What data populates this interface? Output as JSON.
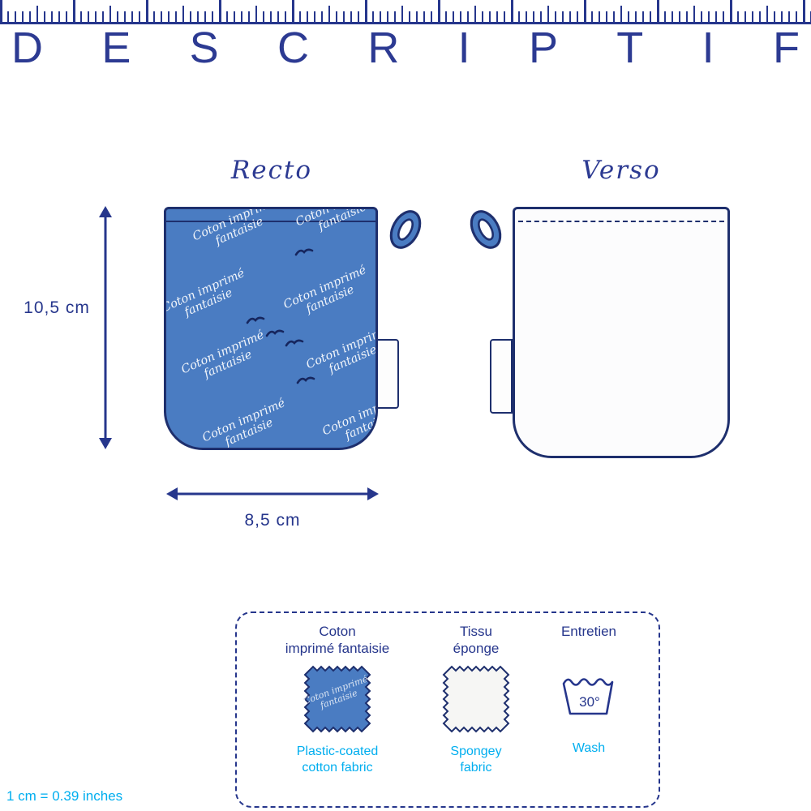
{
  "header": {
    "letters": [
      "D",
      "E",
      "S",
      "C",
      "R",
      "I",
      "P",
      "T",
      "I",
      "F"
    ]
  },
  "recto": {
    "label": "Recto",
    "pattern_text": "Coton imprimé fantaisie"
  },
  "verso": {
    "label": "Verso"
  },
  "dimensions": {
    "height": "10,5 cm",
    "width": "8,5 cm"
  },
  "materials": {
    "col1": {
      "title": "Coton\nimprimé fantaisie",
      "swatch_text": "Coton imprimé fantaisie",
      "caption": "Plastic-coated\ncotton fabric"
    },
    "col2": {
      "title": "Tissu\néponge",
      "caption": "Spongey\nfabric"
    },
    "col3": {
      "title": "Entretien",
      "icon_label": "30°",
      "caption": "Wash"
    }
  },
  "footer": {
    "conversion": "1 cm = 0.39 inches"
  },
  "colors": {
    "navy": "#26368c",
    "blue": "#4a7cc2",
    "cyan": "#00aeef",
    "swatch_white": "#f6f6f4"
  }
}
